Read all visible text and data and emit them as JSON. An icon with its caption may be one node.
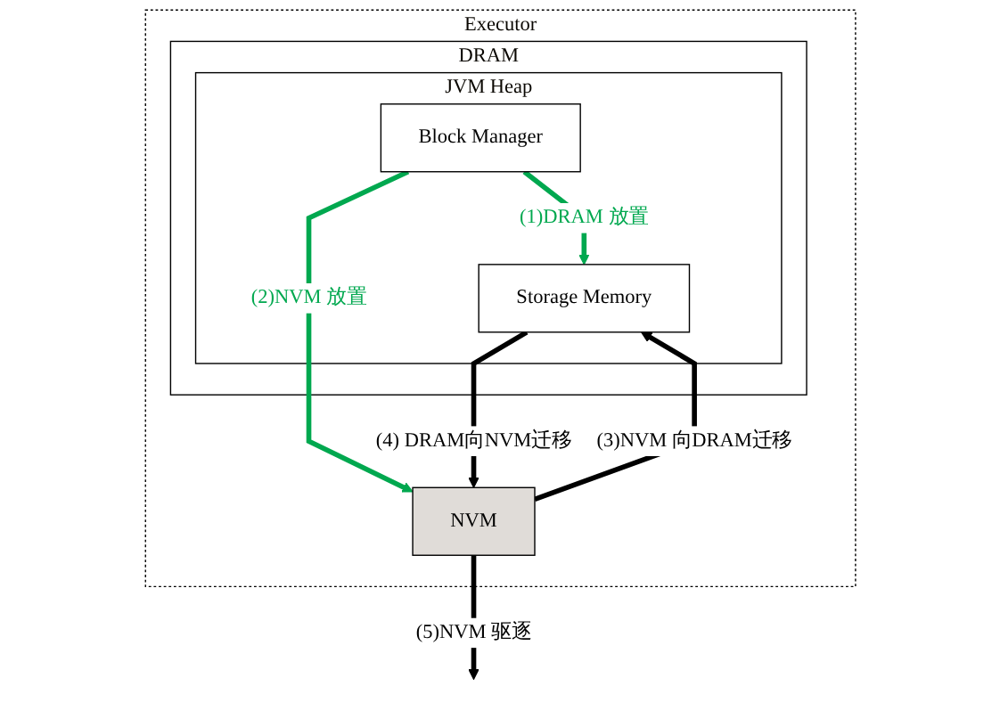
{
  "diagram": {
    "nodes": [
      {
        "text": [
          "Executor"
        ]
      },
      {
        "text": [
          "DRAM"
        ],
        "in": 0
      },
      {
        "text": [
          "JVM Heap"
        ],
        "in": 1
      },
      {
        "text": [
          "Block Manager"
        ],
        "in": 2
      },
      {
        "text": [
          "Storage Memory"
        ],
        "in": 2
      },
      {
        "text": [
          "NVM"
        ],
        "in": 0
      }
    ],
    "edges": [
      {
        "from": 3,
        "to": 4,
        "arrow": "to",
        "label": "(1)DRAM 放置",
        "color": "#00a84f"
      },
      {
        "from": 3,
        "to": 5,
        "arrow": "to",
        "label": "(2)NVM 放置",
        "color": "#00a84f"
      },
      {
        "from": 5,
        "to": 4,
        "arrow": "to",
        "label": "(3)NVM 向DRAM迁移"
      },
      {
        "from": 4,
        "to": 5,
        "arrow": "to",
        "label": "(4) DRAM向NVM迁移"
      },
      {
        "from": 5,
        "to": null,
        "arrow": "to",
        "label": "(5)NVM 驱逐"
      }
    ]
  }
}
